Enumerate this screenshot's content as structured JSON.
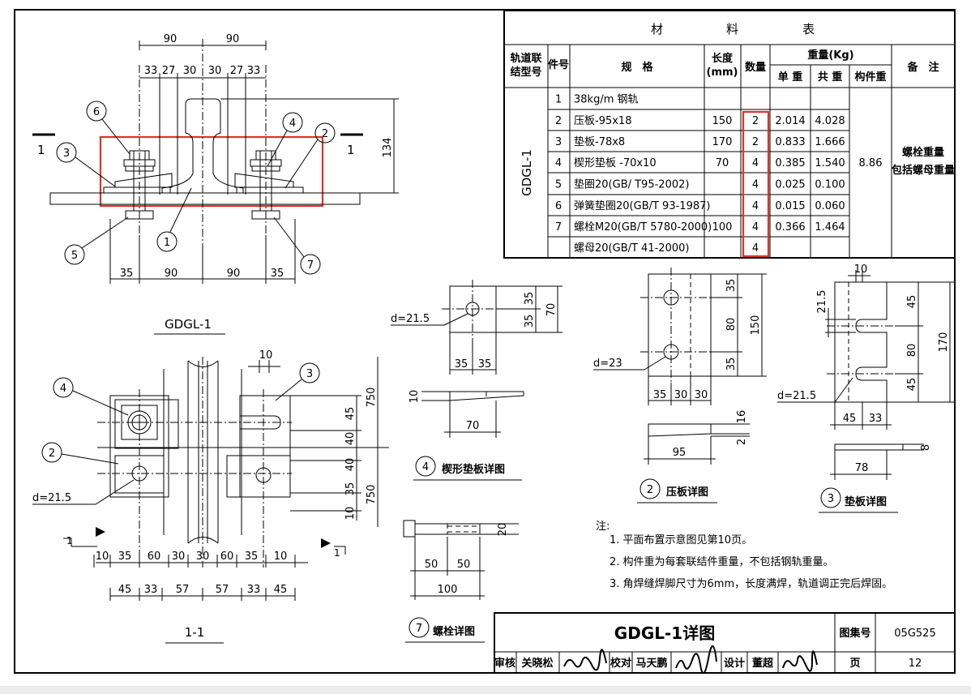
{
  "table": {
    "title_chars": [
      "材",
      "料",
      "表"
    ],
    "headers": {
      "type": "轨道联\n结型号",
      "part_no": "件号",
      "spec": "规　格",
      "length": "长度\n(mm)",
      "qty": "数量",
      "weight": "重量(Kg)",
      "unit_weight": "单 重",
      "total_weight": "共 重",
      "member_weight": "构件重",
      "remarks": "备　注"
    },
    "model": "GDGL-1",
    "member_weight": "8.86",
    "remarks": "螺栓重量\n包括螺母重量",
    "rows": [
      {
        "no": "1",
        "spec": "38kg/m 钢轨",
        "length": "",
        "qty": "",
        "unit": "",
        "total": ""
      },
      {
        "no": "2",
        "spec": "压板-95x18",
        "length": "150",
        "qty": "2",
        "unit": "2.014",
        "total": "4.028"
      },
      {
        "no": "3",
        "spec": "垫板-78x8",
        "length": "170",
        "qty": "2",
        "unit": "0.833",
        "total": "1.666"
      },
      {
        "no": "4",
        "spec": "楔形垫板 -70x10",
        "length": "70",
        "qty": "4",
        "unit": "0.385",
        "total": "1.540"
      },
      {
        "no": "5",
        "spec": "垫圈20(GB/ T95-2002)",
        "length": "",
        "qty": "4",
        "unit": "0.025",
        "total": "0.100"
      },
      {
        "no": "6",
        "spec": "弹簧垫圈20(GB/T 93-1987)",
        "length": "",
        "qty": "4",
        "unit": "0.015",
        "total": "0.060"
      },
      {
        "no": "7",
        "spec": "螺栓M20(GB/T 5780-2000)",
        "length": "100",
        "qty": "4",
        "unit": "0.366",
        "total": "1.464"
      },
      {
        "no": "",
        "spec": "螺母20(GB/T 41-2000)",
        "length": "",
        "qty": "4",
        "unit": "",
        "total": ""
      }
    ]
  },
  "main_view": {
    "label": "GDGL-1",
    "section_mark": "1",
    "height_dim": "134",
    "top_dims": [
      "90",
      "90"
    ],
    "top_sub_dims": [
      "33",
      "27",
      "30",
      "30",
      "27",
      "33"
    ],
    "bottom_dims": [
      "35",
      "90",
      "90",
      "35"
    ],
    "callouts": [
      "1",
      "2",
      "3",
      "4",
      "5",
      "6",
      "7"
    ]
  },
  "section_view": {
    "label": "1-1",
    "callouts": [
      "2",
      "3",
      "4"
    ],
    "hole_label": "d=21.5",
    "side_dims": [
      "45",
      "40",
      "40",
      "35",
      "10"
    ],
    "outer_dims": [
      "750",
      "750"
    ],
    "top_dim": "10",
    "bottom_dims_row1": [
      "10",
      "35",
      "60",
      "30",
      "30",
      "60",
      "35",
      "10"
    ],
    "bottom_dims_row2": [
      "45",
      "33",
      "57",
      "57",
      "33",
      "45"
    ],
    "section_letter": "1"
  },
  "detail4": {
    "number": "4",
    "title": "楔形垫板详图",
    "hole_label": "d=21.5",
    "dims": {
      "right_a": "35",
      "right_b": "35",
      "right_total": "70",
      "bottom_a": "35",
      "bottom_b": "35",
      "length": "70",
      "thickness": "10"
    }
  },
  "detail2": {
    "number": "2",
    "title": "压板详图",
    "hole_label": "d=23",
    "dims": {
      "r1": "35",
      "r2": "80",
      "r3": "35",
      "total": "150",
      "b1": "35",
      "b2": "30",
      "b3": "30",
      "thick": "16",
      "thin": "2",
      "width": "95"
    }
  },
  "detail3": {
    "number": "3",
    "title": "垫板详图",
    "hole_label": "d=21.5",
    "dims": {
      "top": "10",
      "slot": "21.5",
      "r1": "45",
      "r2": "80",
      "r3": "45",
      "total": "170",
      "b1": "45",
      "b2": "33",
      "thick": "8",
      "width": "78"
    }
  },
  "detail7": {
    "number": "7",
    "title": "螺栓详图",
    "dims": {
      "dia": "20",
      "a": "50",
      "b": "50",
      "total": "100"
    }
  },
  "notes": {
    "heading": "注:",
    "items": [
      "1. 平面布置示意图见第10页。",
      "2. 构件重为每套联结件重量，不包括钢轨重量。",
      "3. 角焊缝焊脚尺寸为6mm，长度满焊，轨道调正完后焊固。"
    ]
  },
  "titleblock": {
    "title": "GDGL-1详图",
    "atlas_label": "图集号",
    "atlas_no": "05G525",
    "page_label": "页",
    "page_no": "12",
    "review_label": "审核",
    "review_name": "关晓松",
    "check_label": "校对",
    "check_name": "马天鹏",
    "design_label": "设计",
    "design_name": "董超"
  },
  "colors": {
    "highlight": "#e0322c",
    "line": "#000000"
  }
}
